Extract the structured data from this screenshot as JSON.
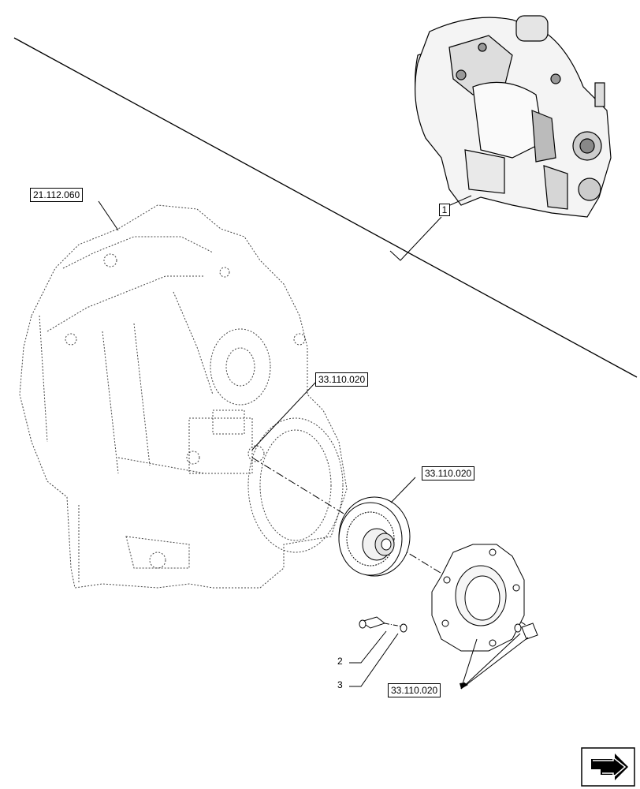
{
  "labels": {
    "ref_housing": "21.112.060",
    "ref_shaft": "33.110.020",
    "ref_disc": "33.110.020",
    "ref_cover": "33.110.020",
    "item_assembly": "1",
    "item_bolt": "2",
    "item_washer": "3"
  },
  "icons": {
    "navigation": "return-arrow-icon"
  },
  "colors": {
    "line": "#000000",
    "dotted": "#444444",
    "background": "#ffffff"
  }
}
